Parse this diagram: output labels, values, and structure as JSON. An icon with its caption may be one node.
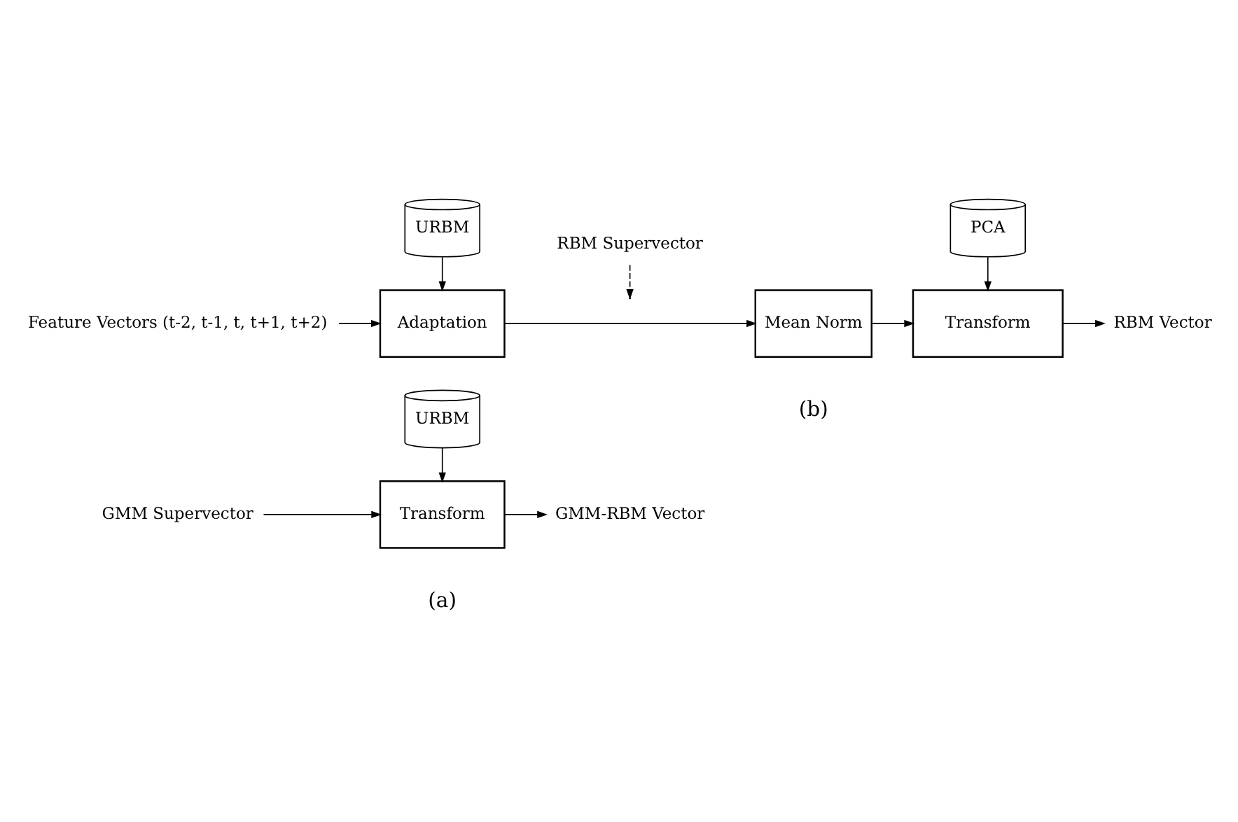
{
  "diagram": {
    "nodes": [
      {
        "text": [
          "URBM"
        ]
      },
      {
        "text": [
          "GMM Supervector"
        ]
      },
      {
        "text": [
          "Transform"
        ]
      },
      {
        "text": [
          "GMM-RBM Vector"
        ]
      },
      {
        "text": [
          "URBM"
        ]
      },
      {
        "text": [
          "Feature Vectors (t-2, t-1, t, t+1, t+2)"
        ]
      },
      {
        "text": [
          "Adaptation"
        ]
      },
      {
        "text": [
          "Mean Norm"
        ]
      },
      {
        "text": [
          "PCA"
        ]
      },
      {
        "text": [
          "Transform"
        ]
      },
      {
        "text": [
          "RBM Vector"
        ]
      },
      {
        "text": [
          "RBM Supervector"
        ]
      }
    ],
    "edges": [
      {
        "from": 0,
        "to": 2,
        "arrow": "to"
      },
      {
        "from": 1,
        "to": 2,
        "arrow": "to"
      },
      {
        "from": 2,
        "to": 3,
        "arrow": "to"
      },
      {
        "from": 4,
        "to": 6,
        "arrow": "to"
      },
      {
        "from": 5,
        "to": 6,
        "arrow": "to"
      },
      {
        "from": 6,
        "to": 7,
        "arrow": "to"
      },
      {
        "from": 7,
        "to": 9,
        "arrow": "to"
      },
      {
        "from": 8,
        "to": 9,
        "arrow": "to"
      },
      {
        "from": 9,
        "to": 10,
        "arrow": "to"
      },
      {
        "from": 11,
        "to": null,
        "arrow": "to",
        "style": "dashed"
      }
    ],
    "labels": [
      "(a)",
      "(b)"
    ]
  }
}
